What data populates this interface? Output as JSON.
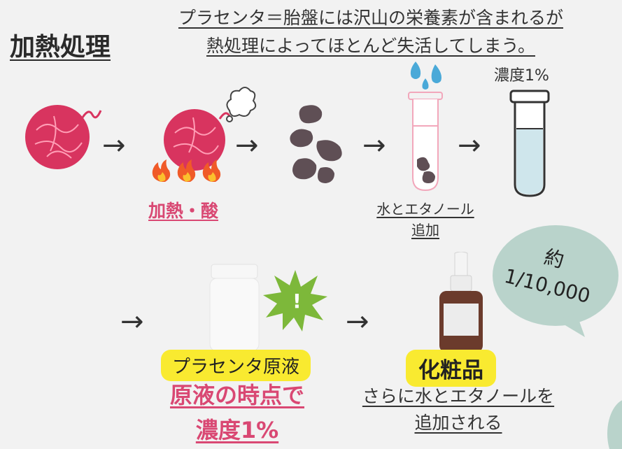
{
  "title": "加熱処理",
  "header": {
    "line1": "プラセンタ＝胎盤には沢山の栄養素が含まれるが",
    "line2": "熱処理によってほとんど失活してしまう。"
  },
  "arrow_glyph": "→",
  "steps": {
    "heat_label": "加熱・酸",
    "add_label_line1": "水とエタノール",
    "add_label_line2": "追加",
    "concentration": "濃度1%"
  },
  "bottom": {
    "stock_label": "プラセンタ原液",
    "stock_note_line1": "原液の時点で",
    "stock_note_line2": "濃度1%",
    "cosmetic_label": "化粧品",
    "cosmetic_note_line1": "さらに水とエタノールを",
    "cosmetic_note_line2": "追加される"
  },
  "bubble": {
    "line1": "約",
    "line2": "1/10,000"
  },
  "colors": {
    "placenta": "#d8345f",
    "highlight": "#f9ea30",
    "pink_text": "#d94873",
    "bubble": "#b9d3cb",
    "residue": "#5f4f55",
    "liquid": "#cfe6ec",
    "burst": "#7db83a"
  },
  "icons": [
    "placenta-icon",
    "fire-icon",
    "steam-icon",
    "residue-icon",
    "water-drops-icon",
    "test-tube-icon",
    "vial-icon",
    "jar-icon",
    "burst-icon",
    "dropper-bottle-icon",
    "speech-bubble-icon"
  ]
}
